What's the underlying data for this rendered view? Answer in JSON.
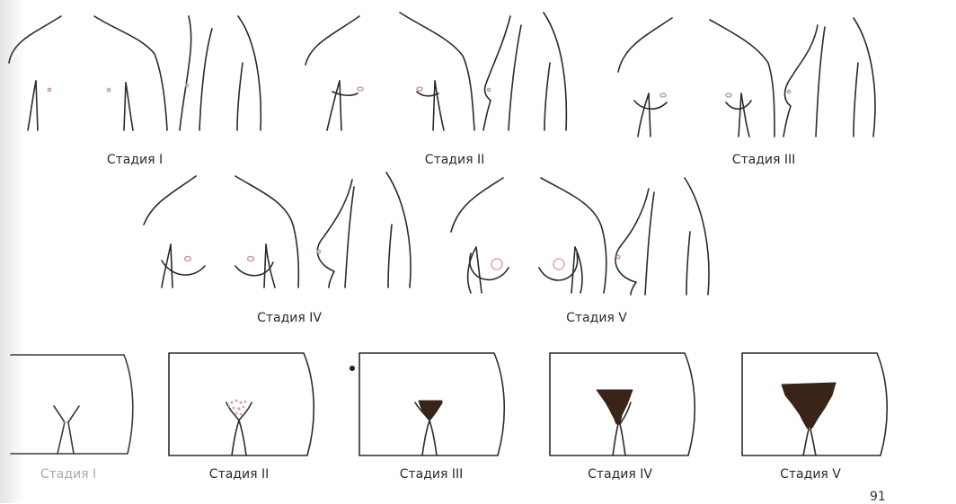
{
  "breast_stages": [
    {
      "label": "Стадия I"
    },
    {
      "label": "Стадия II"
    },
    {
      "label": "Стадия III"
    },
    {
      "label": "Стадия IV"
    },
    {
      "label": "Стадия V"
    }
  ],
  "pubic_stages": [
    {
      "label": "Стадия I"
    },
    {
      "label": "Стадия II"
    },
    {
      "label": "Стадия III"
    },
    {
      "label": "Стадия IV"
    },
    {
      "label": "Стадия V"
    }
  ],
  "page_number": "91",
  "colors": {
    "line": "#2b2b2b",
    "areola": "#d7a6a6",
    "hair": "#3a2418",
    "hair_light": "#d9a0a8",
    "background": "#ffffff"
  }
}
